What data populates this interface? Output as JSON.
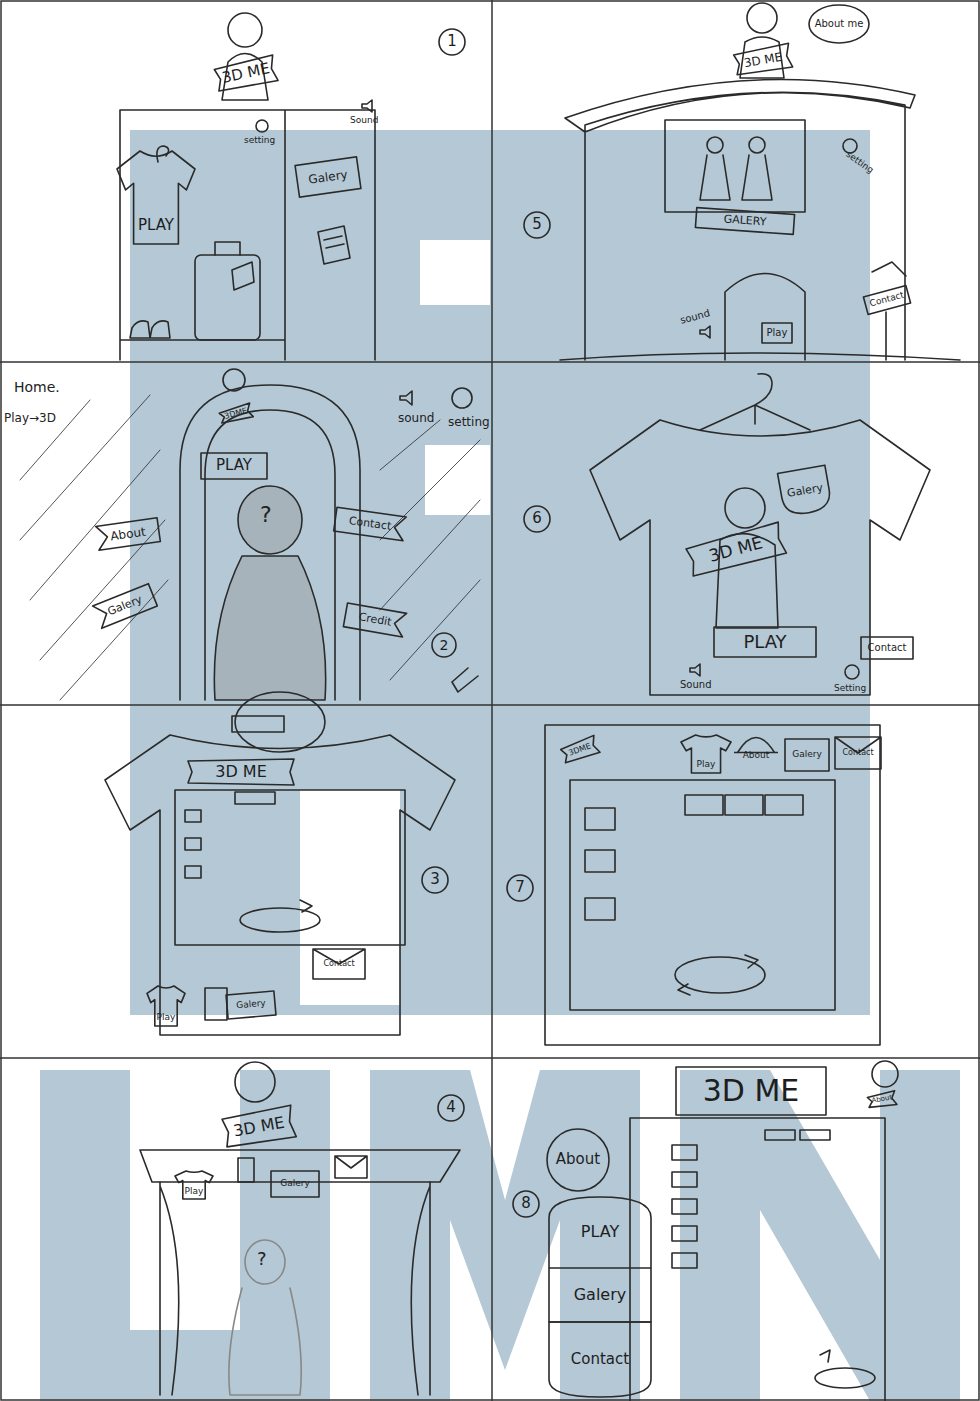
{
  "diagram": {
    "nodes": [
      {
        "text": [
          "1"
        ]
      },
      {
        "text": [
          "3D ME"
        ]
      },
      {
        "text": [
          "PLAY"
        ]
      },
      {
        "text": [
          "Galery"
        ]
      },
      {
        "text": [
          "About me"
        ]
      },
      {
        "text": [
          "3D ME"
        ]
      },
      {
        "text": [
          "5"
        ]
      },
      {
        "text": [
          "GALERY"
        ]
      },
      {
        "text": [
          "Play"
        ]
      },
      {
        "text": [
          "Contact"
        ]
      },
      {
        "text": [
          "3DME"
        ]
      },
      {
        "text": [
          "PLAY"
        ]
      },
      {
        "text": [
          "About"
        ]
      },
      {
        "text": [
          "Contact"
        ]
      },
      {
        "text": [
          "Galery"
        ]
      },
      {
        "text": [
          "Credit"
        ]
      },
      {
        "text": [
          "2"
        ]
      },
      {
        "text": [
          "6"
        ]
      },
      {
        "text": [
          "Galery"
        ]
      },
      {
        "text": [
          "3D ME"
        ]
      },
      {
        "text": [
          "PLAY"
        ]
      },
      {
        "text": [
          "Contact"
        ]
      },
      {
        "text": [
          "3D ME"
        ]
      },
      {
        "text": [
          "3"
        ]
      },
      {
        "text": [
          "Play"
        ]
      },
      {
        "text": [
          "Galery"
        ]
      },
      {
        "text": [
          "Contact"
        ]
      },
      {
        "text": [
          "7"
        ]
      },
      {
        "text": [
          "3DME"
        ]
      },
      {
        "text": [
          "Play"
        ]
      },
      {
        "text": [
          "About"
        ]
      },
      {
        "text": [
          "Galery"
        ]
      },
      {
        "text": [
          "Contact"
        ]
      },
      {
        "text": [
          "4"
        ]
      },
      {
        "text": [
          "3D ME"
        ]
      },
      {
        "text": [
          "Play"
        ]
      },
      {
        "text": [
          "Galery"
        ]
      },
      {
        "text": [
          "3D ME"
        ]
      },
      {
        "text": [
          "About"
        ]
      },
      {
        "text": [
          "About"
        ]
      },
      {
        "text": [
          "8"
        ]
      },
      {
        "text": [
          "PLAY"
        ]
      },
      {
        "text": [
          "Galery"
        ]
      },
      {
        "text": [
          "Contact"
        ]
      }
    ],
    "labels": [
      "setting",
      "Sound",
      "setting",
      "sound",
      "Home.",
      "Play→3D",
      "sound",
      "setting",
      "?",
      "Sound",
      "Setting",
      "?"
    ]
  }
}
